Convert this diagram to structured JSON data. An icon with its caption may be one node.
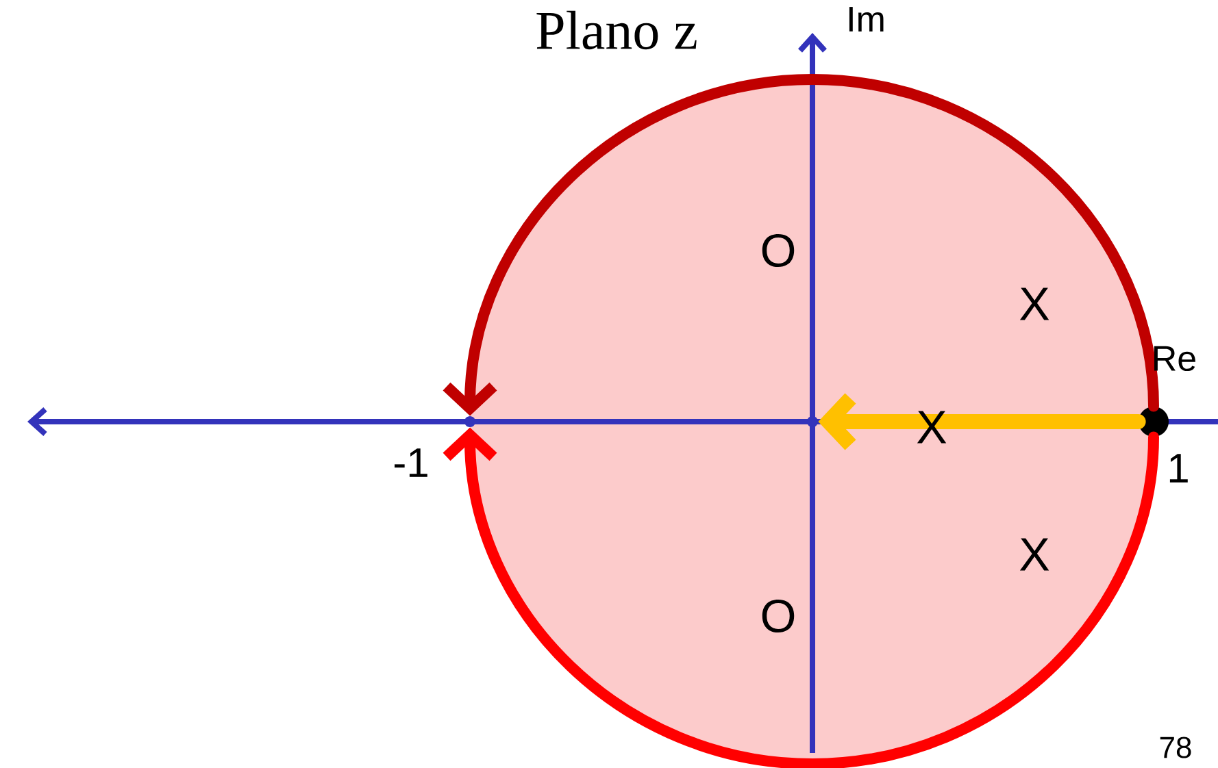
{
  "diagram": {
    "title": "Plano z",
    "nodes": [
      {
        "text": [],
        "shape": "circle",
        "beside": [
          "1"
        ]
      },
      {
        "text": [],
        "shape": "point"
      },
      {
        "text": [],
        "shape": "point",
        "beside": [
          "-1"
        ]
      }
    ],
    "edges": [
      {
        "from": 0,
        "to": 2,
        "arrow": "to",
        "color": "#c00000"
      },
      {
        "from": 0,
        "to": 2,
        "arrow": "to",
        "color": "#ff0000"
      },
      {
        "from": 0,
        "to": 1,
        "arrow": "to",
        "color": "#ffc000"
      }
    ],
    "labels": [
      "Im",
      "Re",
      "O",
      "X",
      "X",
      "X",
      "O",
      "78"
    ]
  }
}
